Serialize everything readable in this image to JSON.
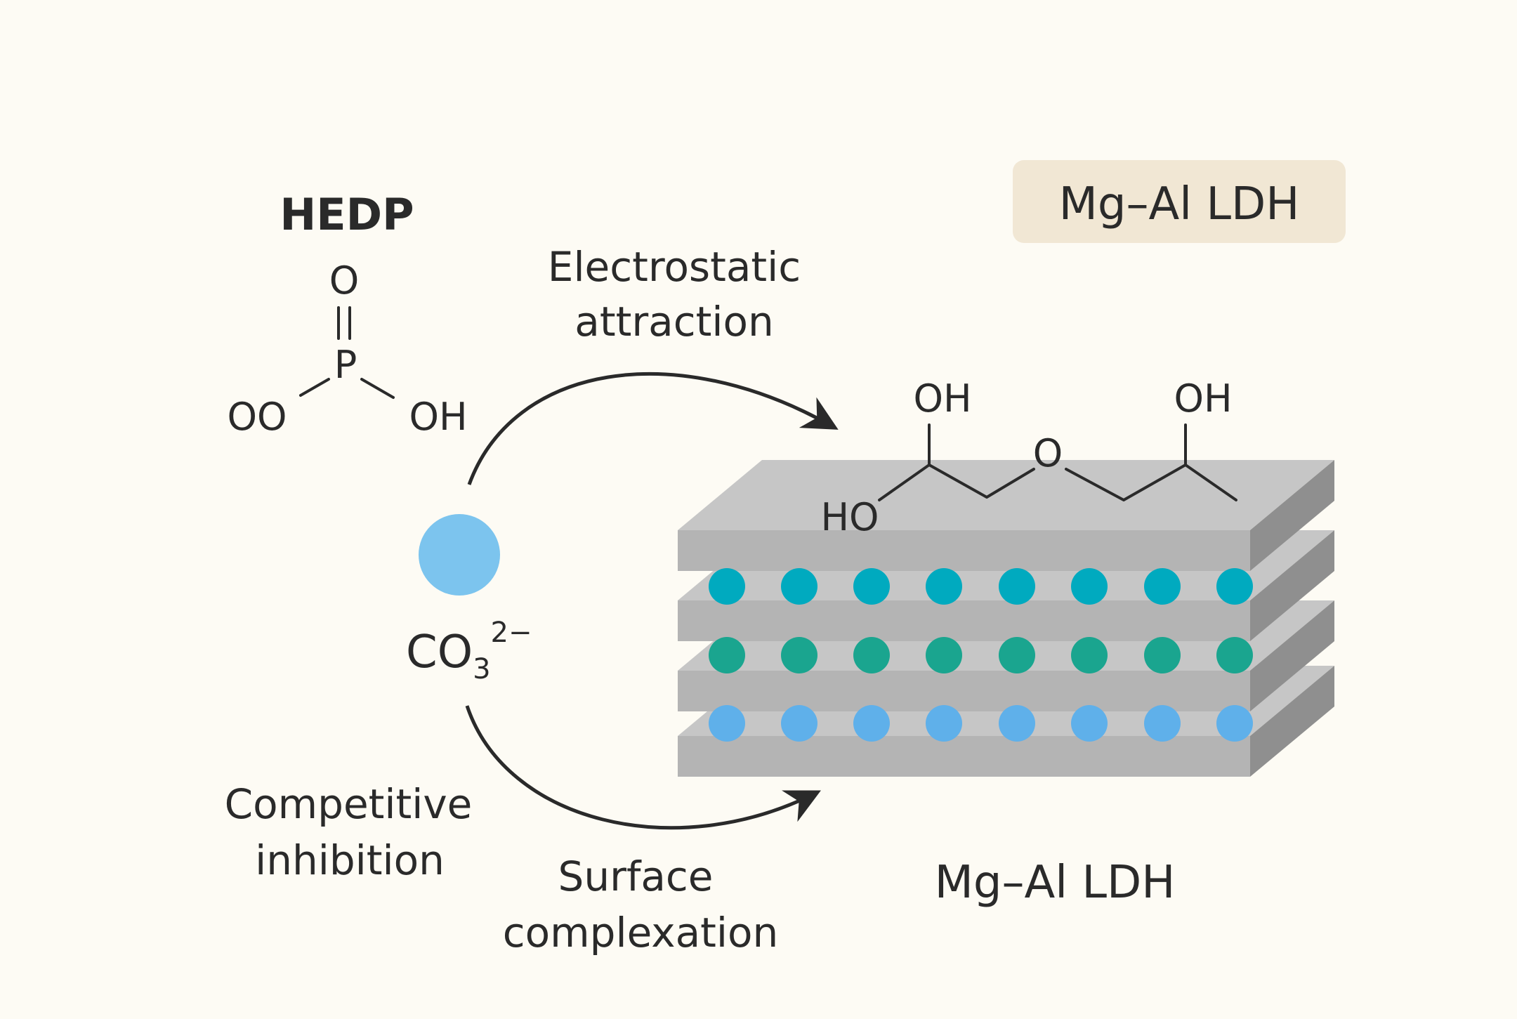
{
  "hedp": {
    "title": "HEDP",
    "atom_o_top": "O",
    "atom_p": "P",
    "atom_left": "OO",
    "atom_right": "OH"
  },
  "carbonate": {
    "base": "CO",
    "subscript": "3",
    "superscript": "2−",
    "color": "#7cc4ee"
  },
  "arrows": {
    "top_label_line1": "Electrostatic",
    "top_label_line2": "attraction",
    "bottom_label_line1": "Surface",
    "bottom_label_line2": "complexation"
  },
  "inhibition": {
    "line1": "Competitive",
    "line2": "inhibition"
  },
  "ldh": {
    "box_label": "Mg–Al LDH",
    "box_color": "#f1e7d4",
    "bottom_label": "Mg–Al LDH",
    "row_colors": [
      "#00aabf",
      "#1aa58f",
      "#5fb0ea"
    ]
  },
  "molecule": {
    "oh_left": "OH",
    "o_center": "O",
    "oh_right": "OH",
    "ho": "HO"
  }
}
